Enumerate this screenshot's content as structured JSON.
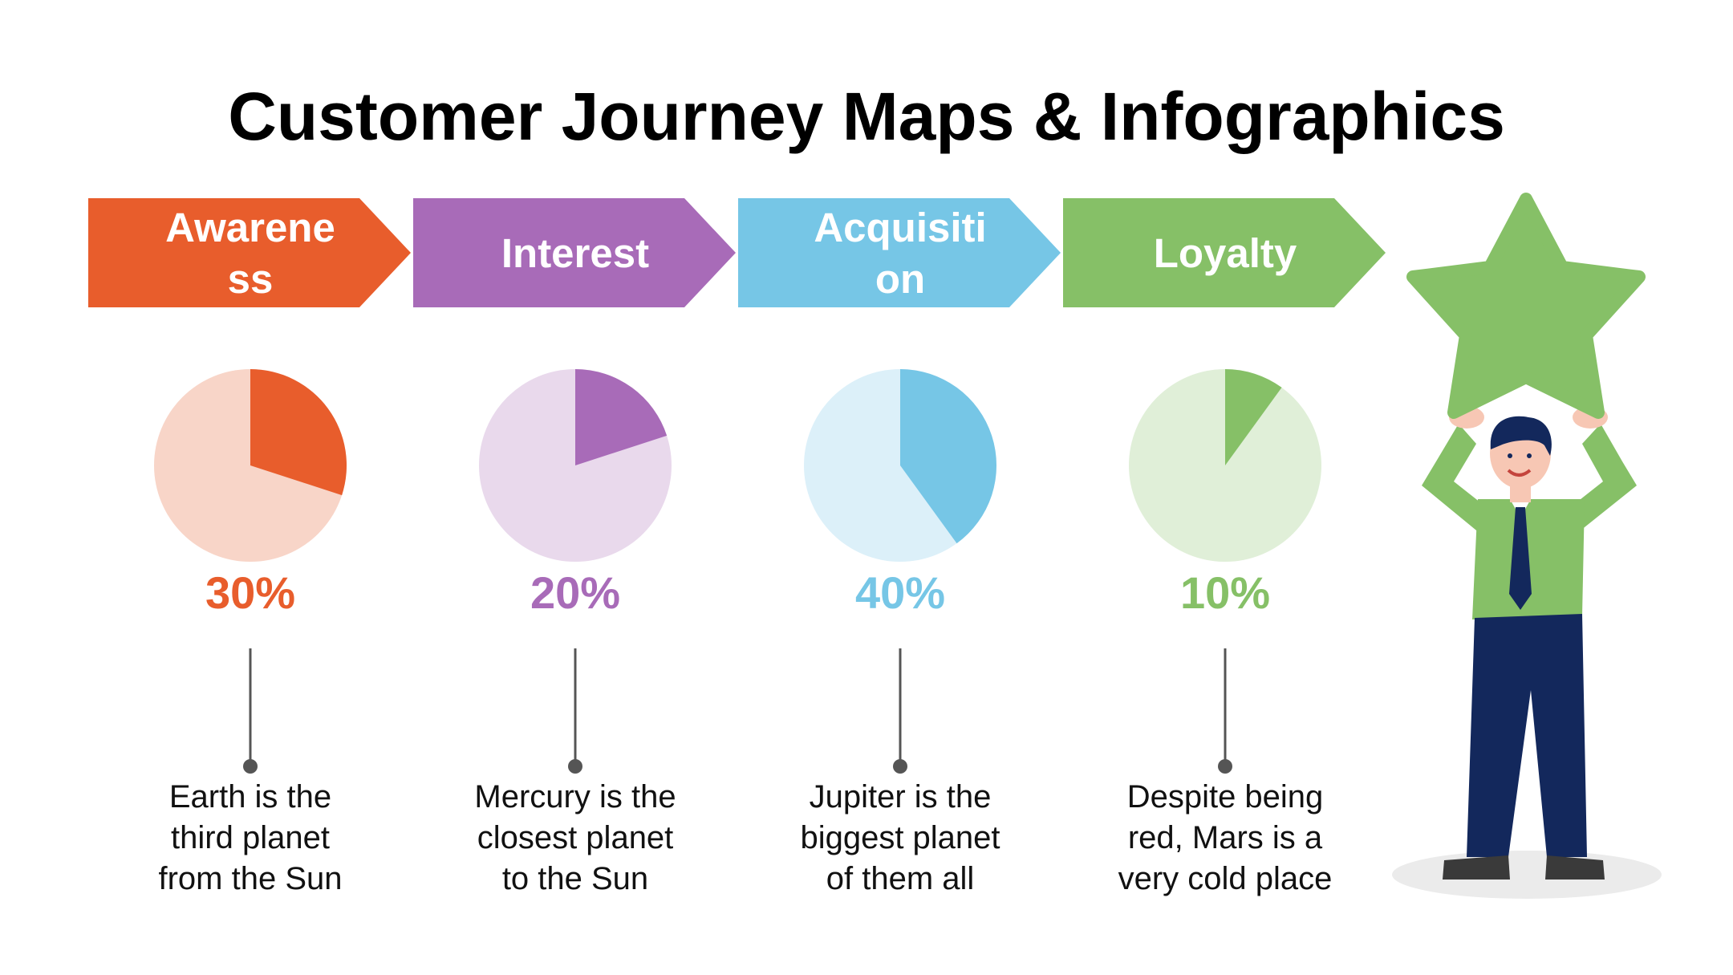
{
  "title": "Customer Journey Maps & Infographics",
  "chart_data": {
    "type": "pie",
    "stages": [
      {
        "name": "Awareness",
        "label_lines": [
          "Awarene",
          "ss"
        ],
        "percent": 30,
        "percent_label": "30%",
        "description_lines": [
          "Earth is the",
          "third planet",
          "from the Sun"
        ],
        "color": "#e85d2c",
        "light_color": "#f8d5c8"
      },
      {
        "name": "Interest",
        "label_lines": [
          "Interest"
        ],
        "percent": 20,
        "percent_label": "20%",
        "description_lines": [
          "Mercury is the",
          "closest planet",
          "to the Sun"
        ],
        "color": "#a86bb8",
        "light_color": "#e9d9ec"
      },
      {
        "name": "Acquisition",
        "label_lines": [
          "Acquisiti",
          "on"
        ],
        "percent": 40,
        "percent_label": "40%",
        "description_lines": [
          "Jupiter is the",
          "biggest planet",
          "of them all"
        ],
        "color": "#76c6e6",
        "light_color": "#dcf0f9"
      },
      {
        "name": "Loyalty",
        "label_lines": [
          "Loyalty"
        ],
        "percent": 10,
        "percent_label": "10%",
        "description_lines": [
          "Despite being",
          "red, Mars is a",
          "very cold place"
        ],
        "color": "#86c067",
        "light_color": "#e0efd8"
      }
    ]
  },
  "illustration": {
    "subject": "businessman-holding-star",
    "star_color": "#86c067",
    "shirt_color": "#86c067",
    "trousers_color": "#13285c",
    "tie_color": "#13285c"
  }
}
